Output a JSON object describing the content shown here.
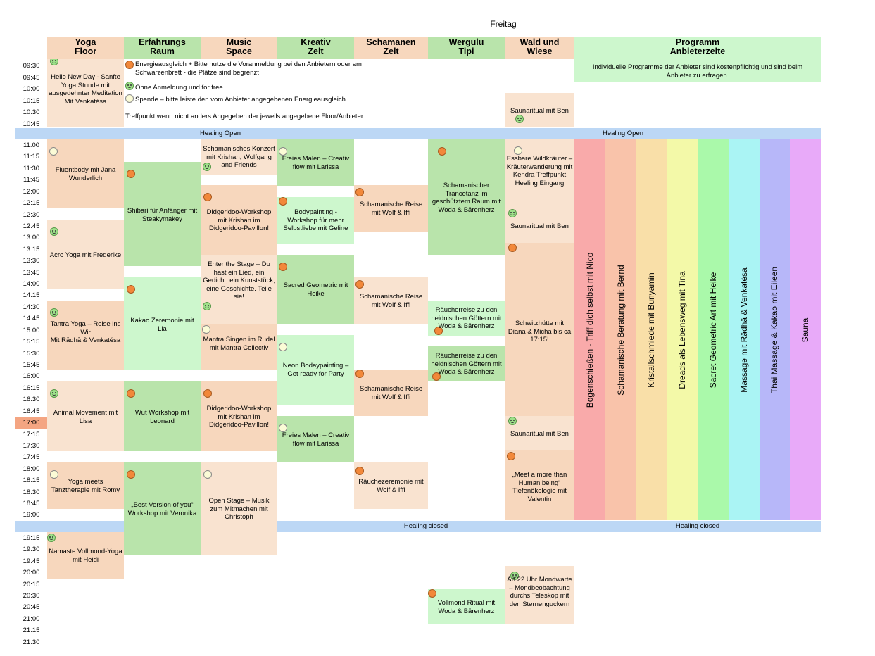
{
  "title": "Freitag",
  "columns": [
    {
      "label": "Yoga\nFloor",
      "l1": "Yoga",
      "l2": "Floor"
    },
    {
      "l1": "Erfahrungs",
      "l2": "Raum"
    },
    {
      "l1": "Music",
      "l2": "Space"
    },
    {
      "l1": "Kreativ",
      "l2": "Zelt"
    },
    {
      "l1": "Schamanen",
      "l2": "Zelt"
    },
    {
      "l1": "Wergulu",
      "l2": "Tipi"
    },
    {
      "l1": "Wald und",
      "l2": "Wiese"
    },
    {
      "l1": "Programm",
      "l2": "Anbieterzelte"
    }
  ],
  "times": [
    "09:30",
    "09:45",
    "10:00",
    "10:15",
    "10:30",
    "10:45",
    "11:00",
    "11:15",
    "11:30",
    "11:45",
    "12:00",
    "12:15",
    "12:30",
    "12:45",
    "13:00",
    "13:15",
    "13:30",
    "13:45",
    "14:00",
    "14:15",
    "14:30",
    "14:45",
    "15:00",
    "15:15",
    "15:30",
    "15:45",
    "16:00",
    "16:15",
    "16:30",
    "16:45",
    "17:00",
    "17:15",
    "17:30",
    "17:45",
    "18:00",
    "18:15",
    "18:30",
    "18:45",
    "19:00",
    "19:15",
    "19:30",
    "19:45",
    "20:00",
    "20:15",
    "20:30",
    "20:45",
    "21:00",
    "21:15",
    "21:30"
  ],
  "current_time": "17:00",
  "legend": {
    "orange": "Energieausgleich + Bitte nutze die Voranmeldung bei den Anbietern oder am Schwarzenbrett - die Plätze sind begrenzt",
    "smile": "Ohne Anmeldung und for free",
    "light": "Spende – bitte leiste den vom Anbieter angegebenen Energieausgleich",
    "meeting": "Treffpunkt wenn nicht anders Angegeben der jeweils angegebene Floor/Anbieter."
  },
  "anbieter_note": "Individuelle Programme der Anbieter sind kostenpflichtig und sind beim Anbieter zu erfragen.",
  "bands": {
    "healing_open": "Healing Open",
    "healing_closed": "Healing closed"
  },
  "events": {
    "yoga": [
      "Hello New Day - Sanfte Yoga Stunde mit ausgedehnter Meditation\nMit Venkatésa",
      "Fluentbody mit Jana Wunderlich",
      "Acro Yoga mit Frederike",
      "Tantra Yoga – Reise ins Wir\nMit Rādhā & Venkatésa",
      "Animal Movement mit Lisa",
      "Yoga meets Tanztherapie mit Romy",
      "Namaste Vollmond-Yoga mit Heidi"
    ],
    "erfahrung": [
      "Shibari für Anfänger mit Steakymakey",
      "Kakao Zeremonie mit Lia",
      "Wut Workshop mit Leonard",
      "„Best Version of you“ Workshop mit Veronika"
    ],
    "music": [
      "Schamanisches Konzert mit Krishan, Wolfgang and Friends",
      "Didgeridoo-Workshop mit Krishan im Didgeridoo-Pavillon!",
      "Enter the Stage – Du hast ein Lied, ein Gedicht, ein Kunststück, eine Geschichte.      Teile sie!",
      "Mantra Singen im Rudel mit Mantra Collectiv",
      "Didgeridoo-Workshop mit Krishan im Didgeridoo-Pavillon!",
      "Open Stage – Musik zum Mitmachen mit Christoph"
    ],
    "kreativ": [
      "Freies Malen – Creativ flow mit Larissa",
      "Bodypainting - Workshop für mehr Selbstliebe mit Geline",
      "Sacred Geometric mit Heike",
      "Neon Bodaypainting – Get ready for Party",
      "Freies Malen – Creativ flow mit Larissa"
    ],
    "schamanen": [
      "Schamanische Reise mit Wolf & Iffi",
      "Schamanische Reise mit Wolf & Iffi",
      "Schamanische Reise mit Wolf & Iffi",
      "Räuchezeremonie mit Wolf & Iffi"
    ],
    "tipi": [
      "Schamanischer Trancetanz im geschütztem Raum mit Woda & Bärenherz",
      "Räucherreise zu den heidnischen Göttern mit Woda & Bärenherz",
      "Räucherreise zu den heidnischen Göttern mit Woda & Bärenherz",
      "Vollmond Ritual mit Woda & Bärenherz"
    ],
    "wald": [
      "Saunaritual mit Ben",
      "Essbare Wildkräuter – Kräuterwanderung mit Kendra Treffpunkt Healing Eingang",
      "Saunaritual mit Ben",
      "Schwitzhütte mit Diana & Micha bis ca 17:15!",
      "Saunaritual mit Ben",
      "„Meet a more than Human being“ Tiefenökologie mit Valentin",
      "Ab 22 Uhr Mondwarte – Mondbeobachtung durchs Teleskop mit den Sternenguckern"
    ]
  },
  "healing_columns": [
    {
      "label": "Bogenschießen - Triff dich selbst mit Nico",
      "color": "#f9aaaa"
    },
    {
      "label": "Schamanische Beratung mit Bernd",
      "color": "#f9c3aa"
    },
    {
      "label": "Kristallschmiede mit Bunyamin",
      "color": "#f9dfa8"
    },
    {
      "label": "Dreads als Lebensweg mit Tina",
      "color": "#f3f9a8"
    },
    {
      "label": "Sacret Geometric Art mit Heike",
      "color": "#aaf9aa"
    },
    {
      "label": "Massage mit Rādhā & Venkatésa",
      "color": "#aaf4f4"
    },
    {
      "label": "Thai Massage & Kakao mit Eileen",
      "color": "#b7b7f9"
    },
    {
      "label": "Sauna",
      "color": "#e8aaf9"
    }
  ],
  "colors": {
    "header_peach": "#f7d7bd",
    "header_green": "#b9e4ab",
    "header_programm": "#cdf7cd",
    "band_blue": "#bcd7f5",
    "now_highlight": "#f4a582"
  }
}
